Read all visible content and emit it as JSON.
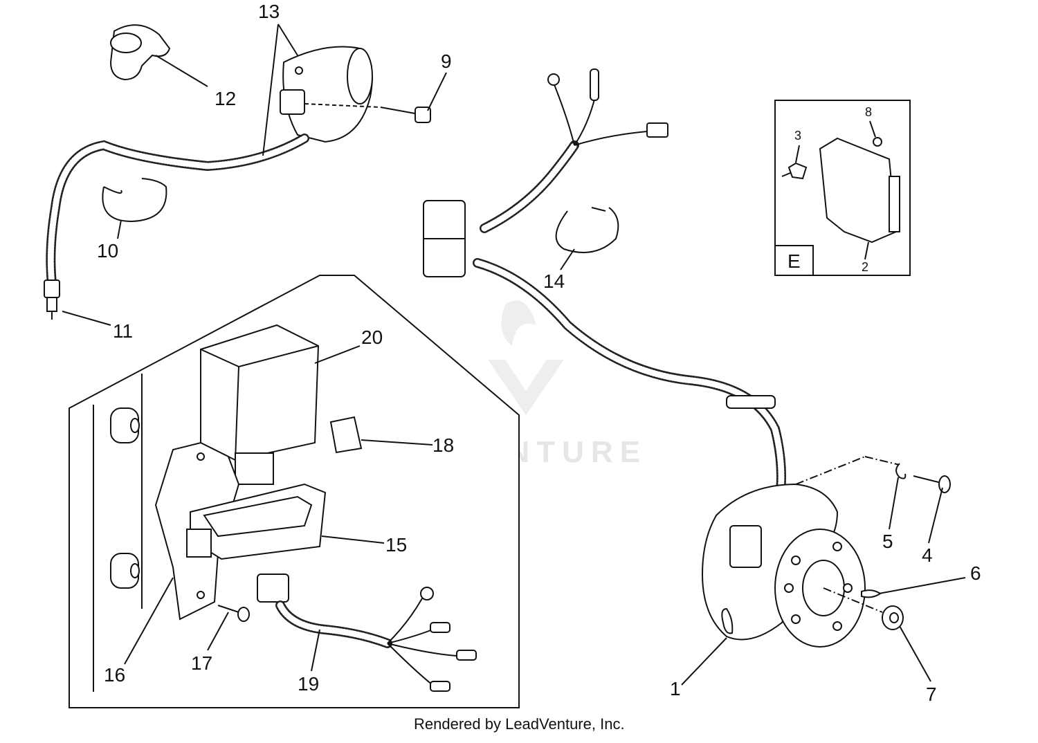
{
  "callouts": {
    "n1": "1",
    "n2": "2",
    "n3": "3",
    "n4": "4",
    "n5": "5",
    "n6": "6",
    "n7": "7",
    "n8": "8",
    "n9": "9",
    "n10": "10",
    "n11": "11",
    "n12": "12",
    "n13": "13",
    "n14": "14",
    "n15": "15",
    "n16": "16",
    "n17": "17",
    "n18": "18",
    "n19": "19",
    "n20": "20"
  },
  "inset_label": "E",
  "watermark": "LEADVENTURE",
  "credit": "Rendered by LeadVenture, Inc."
}
